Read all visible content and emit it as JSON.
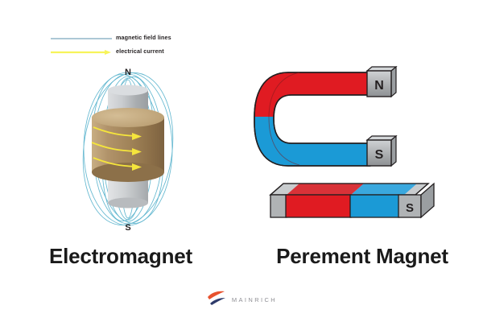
{
  "legend": {
    "items": [
      {
        "icon": "line-swatch-icon",
        "label": "magnetic field lines",
        "color": "#6aa9c4"
      },
      {
        "icon": "arrow-swatch-icon",
        "label": "electrical current",
        "color": "#f7f45a"
      }
    ]
  },
  "electromagnet": {
    "caption": "Electromagnet",
    "pole_north": "N",
    "pole_south": "S",
    "field_line_color": "#64b8d0",
    "core_color": "#b9bcbe",
    "coil_color": "#a8895c",
    "coil_top_color": "#c2a87c",
    "current_arrow_color": "#f5e53c",
    "current_arrow_count": 3,
    "field_loop_count": 5
  },
  "permanent_magnet": {
    "caption": "Perement Magnet",
    "horseshoe": {
      "pole_north": "N",
      "pole_south": "S",
      "north_color": "#e01b22",
      "south_color": "#1b9ad6",
      "tip_color": "#b0b3b5",
      "outline_color": "#231f20"
    },
    "bar": {
      "pole_south": "S",
      "north_color": "#e01b22",
      "south_color": "#1b9ad6",
      "tip_color": "#b0b3b5",
      "outline_color": "#231f20"
    }
  },
  "footer": {
    "logo_mark": "mainrich-logo-icon",
    "wordmark": "MAINRICH",
    "mark_color_primary": "#e8522e",
    "mark_color_secondary": "#2e3b6b"
  }
}
